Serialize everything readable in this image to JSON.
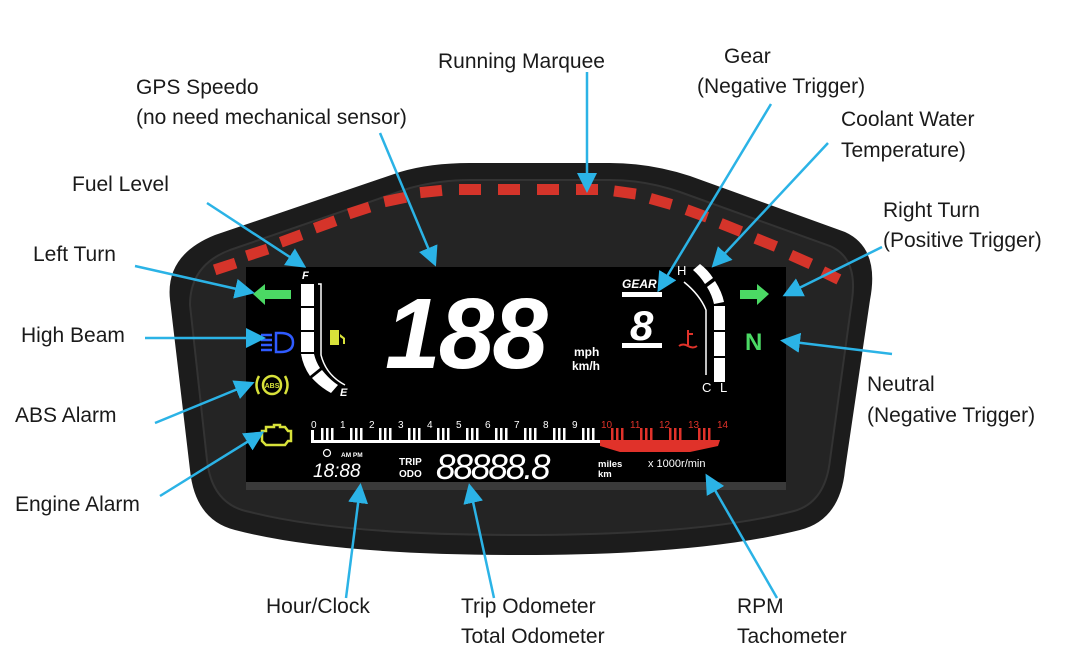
{
  "labels": {
    "running_marquee": "Running Marquee",
    "gps_speedo": "GPS Speedo",
    "gps_speedo_sub": "(no need mechanical sensor)",
    "gear": "Gear",
    "gear_sub": "(Negative Trigger)",
    "coolant": "Coolant Water",
    "coolant_sub": "Temperature)",
    "fuel_level": "Fuel Level",
    "right_turn": "Right Turn",
    "right_turn_sub": "(Positive Trigger)",
    "left_turn": "Left Turn",
    "high_beam": "High Beam",
    "abs_alarm": "ABS Alarm",
    "neutral": "Neutral",
    "neutral_sub": "(Negative Trigger)",
    "engine_alarm": "Engine Alarm",
    "hour_clock": "Hour/Clock",
    "trip_odometer": "Trip Odometer",
    "total_odometer": "Total Odometer",
    "rpm": "RPM",
    "tachometer": "Tachometer"
  },
  "display": {
    "speed": "188",
    "speed_unit_1": "mph",
    "speed_unit_2": "km/h",
    "fuel_full": "F",
    "fuel_empty": "E",
    "gear_label": "GEAR",
    "gear_value": "8",
    "temp_hot": "H",
    "temp_cold": "C",
    "temp_low": "L",
    "neutral": "N",
    "abs_text": "ABS",
    "clock_ampm": "AM PM",
    "clock": "18:88",
    "trip_label": "TRIP",
    "odo_label": "ODO",
    "odometer": "88888.8",
    "odo_unit_1": "miles",
    "odo_unit_2": "km",
    "rpm_unit": "x 1000r/min",
    "rpm_ticks": [
      "0",
      "1",
      "2",
      "3",
      "4",
      "5",
      "6",
      "7",
      "8",
      "9",
      "10",
      "11",
      "12",
      "13",
      "14"
    ],
    "redline_start": 10
  },
  "colors": {
    "bezel": "#1b1b1b",
    "screen": "#000000",
    "marquee": "#d5342a",
    "arrow": "#2bb3e6",
    "turn_green": "#4bd964",
    "high_beam_blue": "#2f5bff",
    "warn_yellow": "#d8e23a",
    "temp_red": "#e0322a",
    "redline": "#e0322a"
  }
}
